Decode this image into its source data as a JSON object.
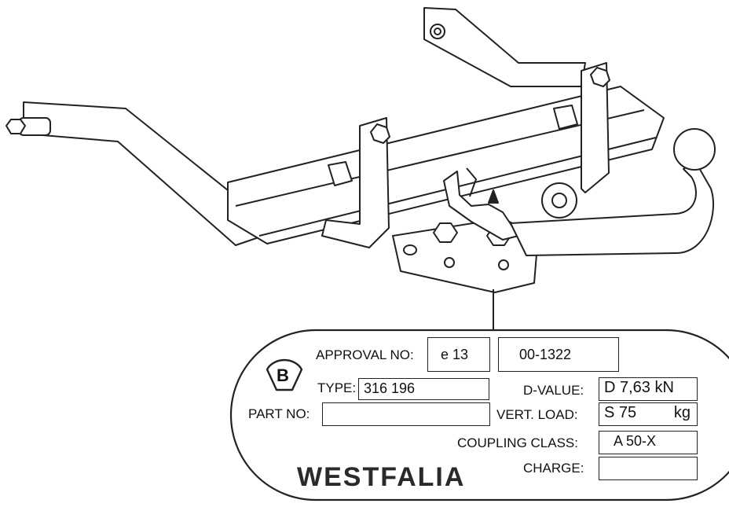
{
  "plate": {
    "approval_label": "APPROVAL NO:",
    "approval_code": "e 13",
    "approval_number": "00-1322",
    "mark_letter": "B",
    "type_label": "TYPE:",
    "type_value": "316 196",
    "d_value_label": "D-VALUE:",
    "d_value": "D 7,63 kN",
    "part_no_label": "PART NO:",
    "part_no_value": "",
    "vert_load_label": "VERT. LOAD:",
    "vert_load_value": "S 75",
    "vert_load_unit": "kg",
    "coupling_class_label": "COUPLING CLASS:",
    "coupling_class_value": "A 50-X",
    "charge_label": "CHARGE:",
    "charge_value": "",
    "brand": "WESTFALIA"
  },
  "colors": {
    "line": "#222222",
    "background": "#ffffff"
  }
}
